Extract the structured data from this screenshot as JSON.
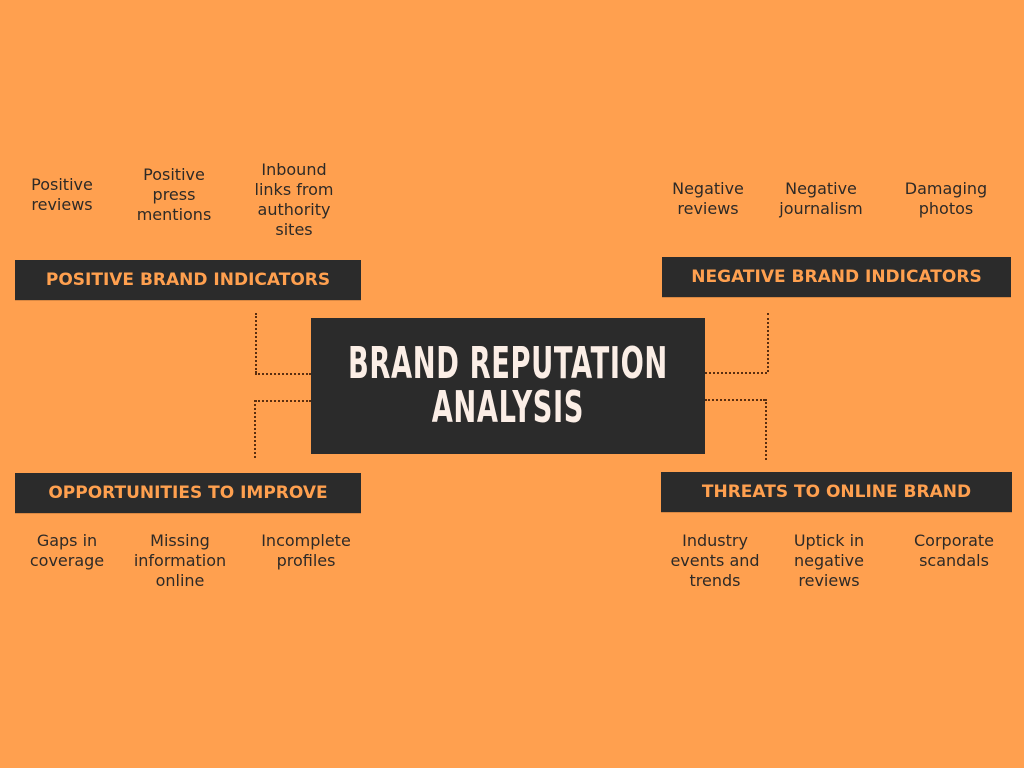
{
  "title": {
    "line1": "BRAND REPUTATION",
    "line2": "ANALYSIS"
  },
  "colors": {
    "background": "#ffa04f",
    "box": "#2b2b2b",
    "label_text": "#ffa04f",
    "title_text": "#fbeee6",
    "item_text": "#2e2a27",
    "connector": "#5a2e10"
  },
  "quadrants": {
    "positive": {
      "label": "POSITIVE BRAND INDICATORS",
      "items": [
        "Positive\nreviews",
        "Positive\npress\nmentions",
        "Inbound\nlinks from\nauthority\nsites"
      ]
    },
    "negative": {
      "label": "NEGATIVE BRAND INDICATORS",
      "items": [
        "Negative\nreviews",
        "Negative\njournalism",
        "Damaging\nphotos"
      ]
    },
    "opportunities": {
      "label": "OPPORTUNITIES TO IMPROVE",
      "items": [
        "Gaps in\ncoverage",
        "Missing\ninformation\nonline",
        "Incomplete\nprofiles"
      ]
    },
    "threats": {
      "label": "THREATS TO ONLINE BRAND",
      "items": [
        "Industry\nevents and\ntrends",
        "Uptick in\nnegative\nreviews",
        "Corporate\nscandals"
      ]
    }
  }
}
